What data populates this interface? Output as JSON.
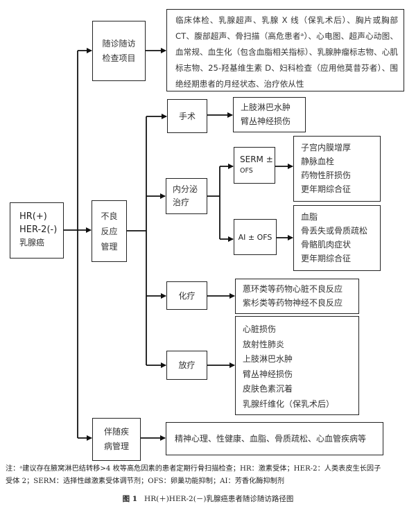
{
  "diagram": {
    "root": {
      "lines": [
        "HR(+)",
        "HER-2(-)",
        "乳腺癌"
      ]
    },
    "followup": {
      "label_lines": [
        "随诊随访",
        "检查项目"
      ],
      "items_text": "临床体检、乳腺超声、乳腺 X 线（保乳术后）、胸片或胸部CT、腹部超声、骨扫描（高危患者ᵃ）、心电图、超声心动图、血常规、血生化（包含血脂相关指标）、乳腺肿瘤标志物、心肌标志物、25-羟基维生素 D、妇科检查（应用他莫昔芬者）、围绝经期患者的月经状态、治疗依从性"
    },
    "adverse": {
      "label_lines": [
        "不良",
        "反应",
        "管理"
      ],
      "surgery": {
        "label": "手术",
        "effects": [
          "上肢淋巴水肿",
          "臂丛神经损伤"
        ]
      },
      "endocrine": {
        "label_lines": [
          "内分泌",
          "治疗"
        ],
        "serm": {
          "label_lines": [
            "SERM ±",
            "OFS"
          ],
          "effects": [
            "子宫内膜增厚",
            "静脉血栓",
            "药物性肝损伤",
            "更年期综合征"
          ]
        },
        "ai": {
          "label": "AI ± OFS",
          "effects": [
            "血脂",
            "骨丢失或骨质疏松",
            "骨骼肌肉症状",
            "更年期综合征"
          ]
        }
      },
      "chemo": {
        "label": "化疗",
        "effects": [
          "蒽环类等药物心脏不良反应",
          "紫杉类等药物神经不良反应"
        ]
      },
      "radio": {
        "label": "放疗",
        "effects": [
          "心脏损伤",
          "放射性肺炎",
          "上肢淋巴水肿",
          "臂丛神经损伤",
          "皮肤色素沉着",
          "乳腺纤维化（保乳术后）"
        ]
      }
    },
    "comorbidity": {
      "label_lines": [
        "伴随疾",
        "病管理"
      ],
      "items_text": "精神心理、性健康、血脂、骨质疏松、心血管疾病等"
    }
  },
  "footnote": {
    "lines": [
      "注：ᵃ建议存在腋窝淋巴结转移>4 枚等高危因素的患者定期行骨扫描检查；HR：激素受体；HER-2：人类表皮生长因子",
      "受体 2；SERM：选择性雌激素受体调节剂；OFS：卵巢功能抑制；AI：芳香化酶抑制剂"
    ]
  },
  "caption": {
    "figure_no": "图 1",
    "title": "HR(＋)HER-2(－)乳腺癌患者随诊随访路径图"
  }
}
